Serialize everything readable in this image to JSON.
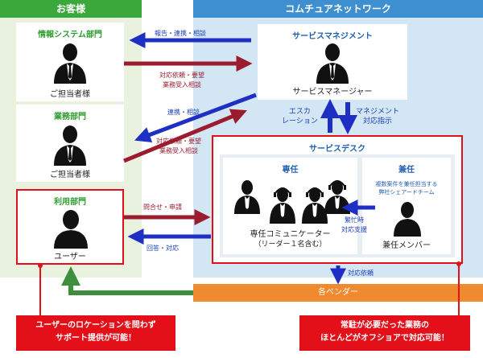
{
  "customer": {
    "header": "お客様",
    "it_dept": {
      "title": "情報システム部門",
      "caption": "ご担当者様"
    },
    "biz_dept": {
      "title": "業務部門",
      "caption": "ご担当者様"
    },
    "user_dept": {
      "title": "利用部門",
      "caption": "ユーザー"
    }
  },
  "network": {
    "header": "コムチュアネットワーク",
    "service_mgmt": {
      "title": "サービスマネジメント",
      "caption": "サービスマネージャー"
    },
    "service_desk": {
      "title": "サービスデスク",
      "dedicated": {
        "title": "専任",
        "caption_line1": "専任コミュニケーター",
        "caption_line2": "（リーダー１名含む）"
      },
      "concurrent": {
        "title": "兼任",
        "desc_line1": "複数案件を兼任担当する",
        "desc_line2": "弊社シェアードチーム",
        "caption": "兼任メンバー"
      }
    },
    "vendors": "各ベンダー"
  },
  "arrows": {
    "report": "報告・連携・相談",
    "request1_line1": "対応依頼・要望",
    "request1_line2": "業務受入相談",
    "coop": "連携・相談",
    "request2_line1": "対応依頼・要望",
    "request2_line2": "業務受入相談",
    "escalation_line1": "エスカ",
    "escalation_line2": "レーション",
    "mgmt_line1": "マネジメント",
    "mgmt_line2": "対応指示",
    "inquiry": "問合せ・申請",
    "answer": "回答・対応",
    "busy_line1": "繁忙時",
    "busy_line2": "対応支援",
    "vendor_request": "対応依頼"
  },
  "callouts": {
    "left_line1": "ユーザーのロケーションを問わず",
    "left_line2": "サポート提供が可能！",
    "right_line1": "常駐が必要だった業務の",
    "right_line2": "ほとんどがオフショアで対応可能！"
  },
  "colors": {
    "customer_bg": "#e8f2df",
    "customer_header": "#3aa83a",
    "network_bg": "#d3e6f4",
    "network_header": "#3d8fd0",
    "vendor_bar": "#f08a2e",
    "red_border": "#e3101a",
    "blue_arrow": "#1e2fc4",
    "red_arrow": "#9b1b2f",
    "green_arrow": "#3d8f3d"
  }
}
